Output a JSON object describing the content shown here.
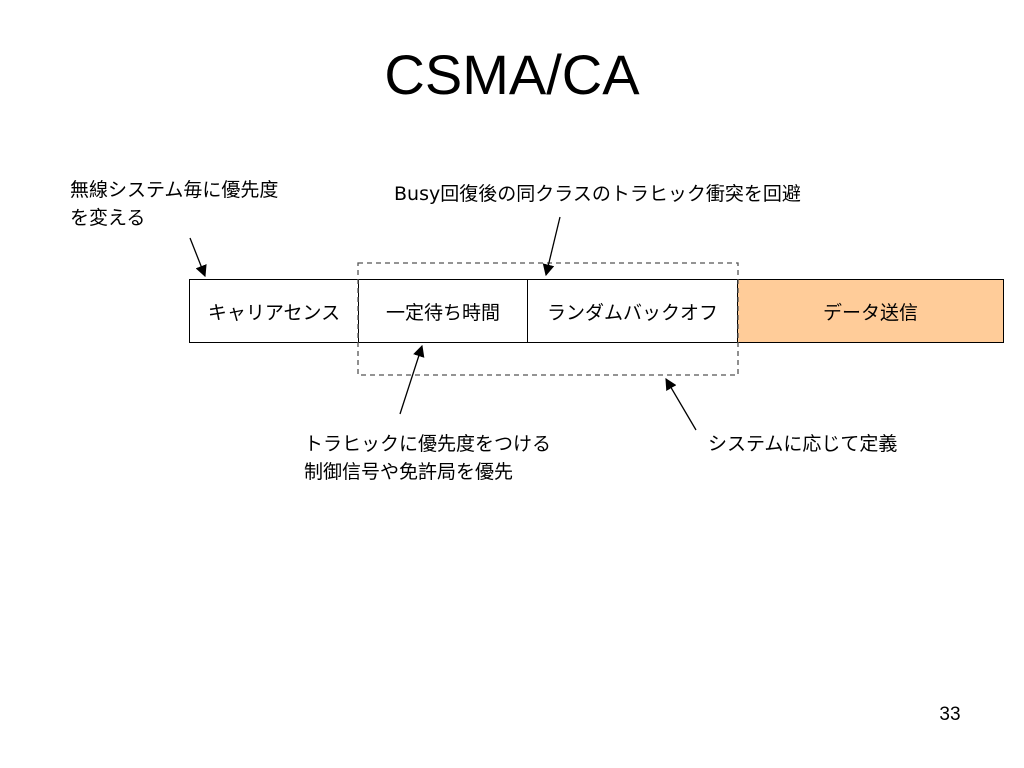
{
  "slide": {
    "title": "CSMA/CA",
    "page_number": "33"
  },
  "frame": {
    "segments": [
      {
        "label": "キャリアセンス"
      },
      {
        "label": "一定待ち時間"
      },
      {
        "label": "ランダムバックオフ"
      },
      {
        "label": "データ送信",
        "fill": "#ffcc99"
      }
    ]
  },
  "annotations": {
    "wireless_priority": {
      "line1": "無線システム毎に優先度",
      "line2": "を変える"
    },
    "busy_recovery": "Busy回復後の同クラスのトラヒック衝突を回避",
    "priority_traffic": {
      "line1": "トラヒックに優先度をつける",
      "line2": "制御信号や免許局を優先"
    },
    "system_defined": "システムに応じて定義"
  },
  "colors": {
    "data_fill": "#ffcc99",
    "line": "#000000",
    "dashed_box": "#555555"
  }
}
